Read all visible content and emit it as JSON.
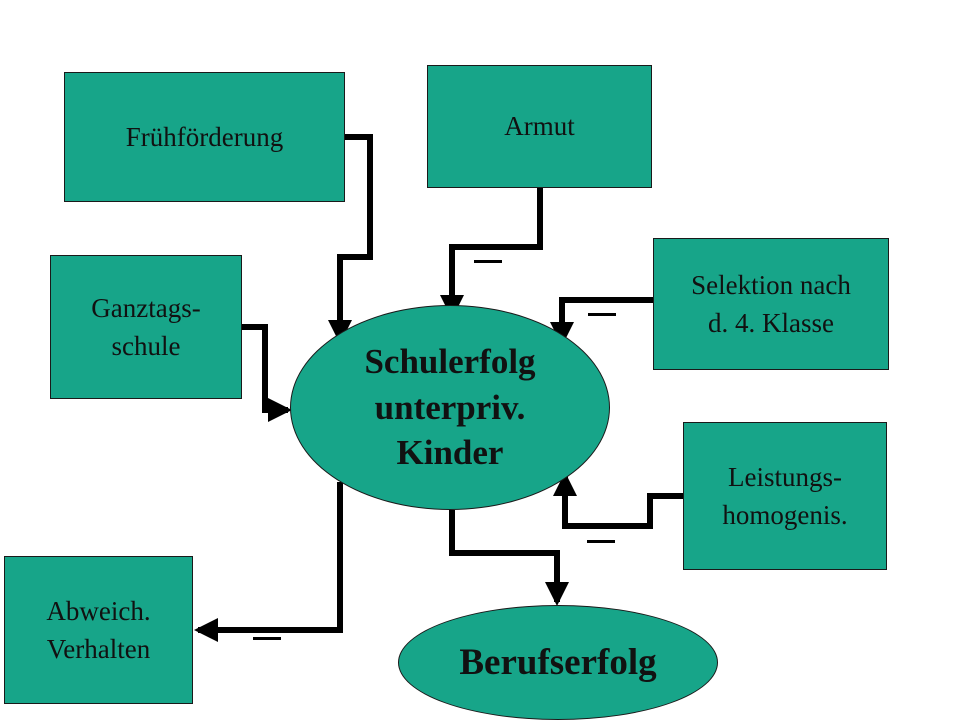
{
  "nodes": {
    "fruehfoerderung": {
      "label": "Frühförderung"
    },
    "armut": {
      "label": "Armut"
    },
    "ganztagsschule": {
      "line1": "Ganztags-",
      "line2": "schule"
    },
    "selektion": {
      "line1": "Selektion nach",
      "line2": "d. 4. Klasse"
    },
    "schulerfolg": {
      "line1": "Schulerfolg",
      "line2": "unterpriv.",
      "line3": "Kinder"
    },
    "leistungshomogenis": {
      "line1": "Leistungs-",
      "line2": "homogenis."
    },
    "abweichverhalten": {
      "line1": "Abweich.",
      "line2": "Verhalten"
    },
    "berufserfolg": {
      "label": "Berufserfolg"
    }
  },
  "colors": {
    "node_fill": "#17a589",
    "line": "#000000",
    "background": "#ffffff"
  }
}
